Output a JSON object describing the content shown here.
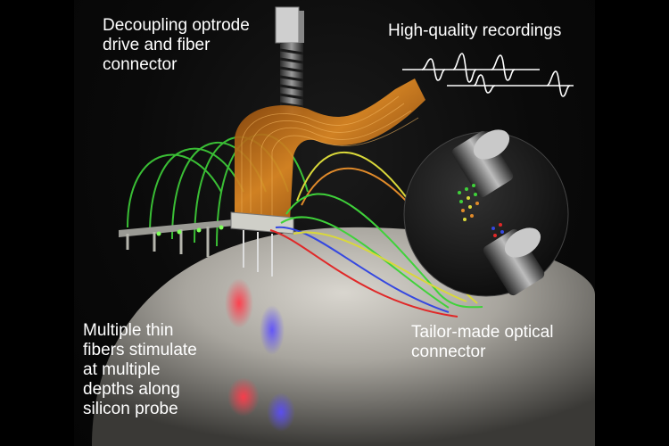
{
  "labels": {
    "drive": "Decoupling optrode\ndrive and fiber\nconnector",
    "recordings": "High-quality recordings",
    "fibers": "Multiple thin\nfibers stimulate\nat multiple\ndepths along\nsilicon probe",
    "connector": "Tailor-made optical\nconnector"
  },
  "colors": {
    "background": "#000000",
    "fiber_green": "#3fd23a",
    "fiber_yellow": "#d9d83a",
    "fiber_orange": "#e08a2a",
    "fiber_red": "#e02828",
    "fiber_blue": "#3548e0",
    "flex_cable": "#c8701a",
    "text": "#ffffff"
  }
}
